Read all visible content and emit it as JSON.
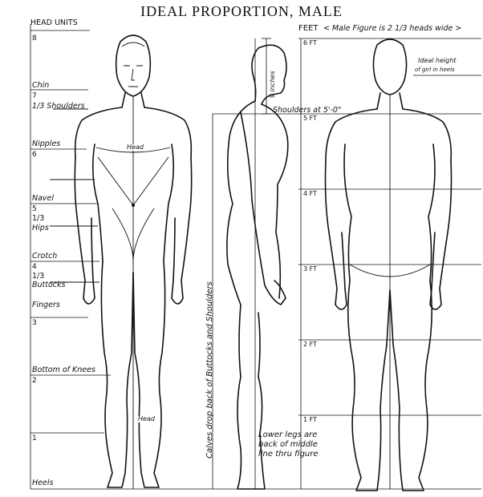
{
  "title": "IDEAL PROPORTION, MALE",
  "left_scale": {
    "header": "HEAD UNITS",
    "labels": {
      "chin": "Chin",
      "shoulders": "1/3 Shoulders",
      "nipples": "Nipples",
      "navel": "Navel",
      "hips_frac": "1/3",
      "hips": "Hips",
      "crotch": "Crotch",
      "buttocks_frac": "1/3",
      "buttocks": "Buttocks",
      "fingers": "Fingers",
      "knees": "Bottom of Knees",
      "heels": "Heels"
    },
    "numbers": {
      "n8": "8",
      "n7": "7",
      "n6": "6",
      "n5": "5",
      "n4": "4",
      "n3": "3",
      "n2": "2",
      "n1": "1"
    }
  },
  "feet_scale": {
    "header": "FEET",
    "width_note": "< Male Figure is 2 1/3 heads wide >",
    "marks": {
      "f6": "6 FT",
      "f5": "5 FT",
      "f4": "4 FT",
      "f3": "3 FT",
      "f2": "2 FT",
      "f1": "1 FT"
    },
    "inches": "9 inches",
    "shoulders_height": "Shoulders at 5'-0\""
  },
  "annotations": {
    "head": "Head",
    "head_knee": "Head",
    "calves": "Calves drop back of Buttocks and Shoulders",
    "lower_legs_1": "Lower legs are",
    "lower_legs_2": "back of middle",
    "lower_legs_3": "line thru figure",
    "ideal_height_1": "Ideal height",
    "ideal_height_2": "of girl in heels"
  }
}
